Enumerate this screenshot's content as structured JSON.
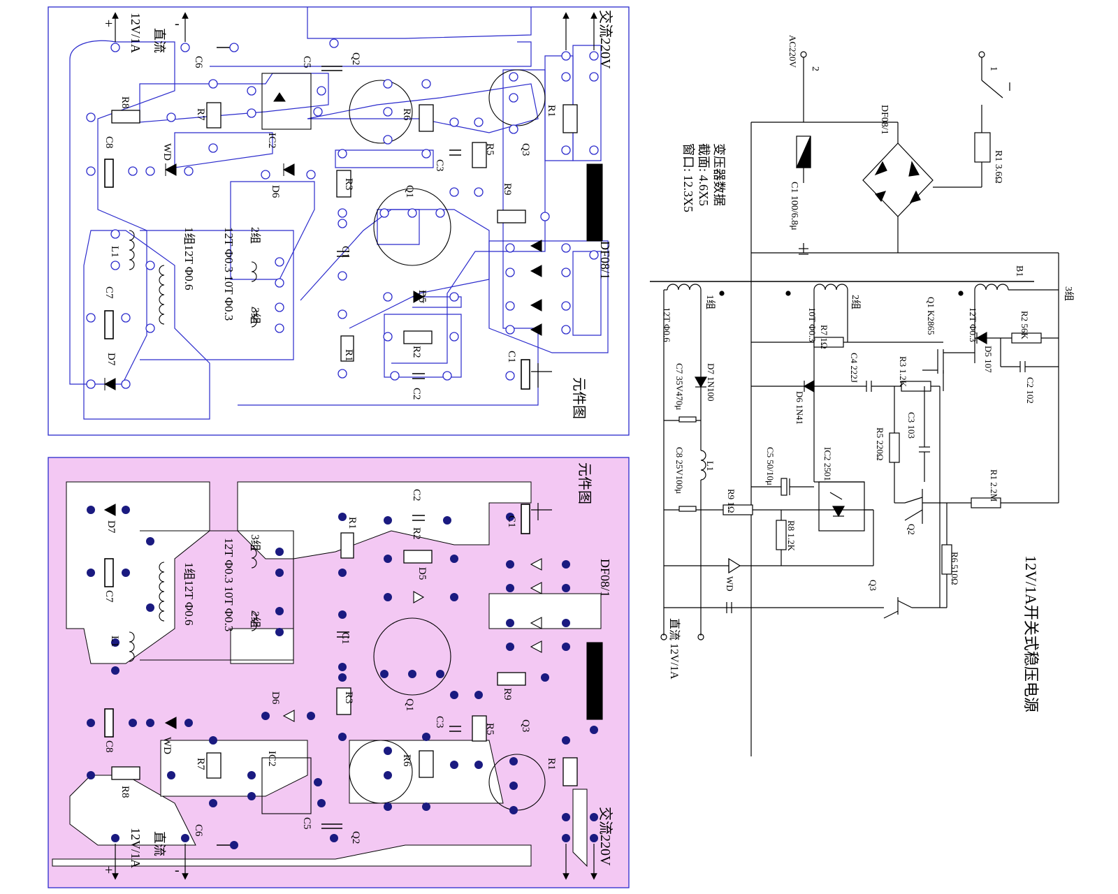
{
  "title": "12V/1A开关式稳压电源",
  "pcb": {
    "top_label": "元件图",
    "bottom_label": "元件图",
    "ac_input": "交流220V",
    "dc_output": "直流",
    "dc_rating": "12V/1A",
    "plus": "+",
    "minus": "-",
    "winding_1": "1组12T Φ0.6",
    "winding_2": "12T Φ0.3 10T Φ0.3",
    "group_2": "2组",
    "group_3": "3组",
    "rectifier": "DF08/1",
    "parts": [
      "R1",
      "R2",
      "R3",
      "R5",
      "R6",
      "R7",
      "R8",
      "R9",
      "C1",
      "C2",
      "C3",
      "C5",
      "C6",
      "C7",
      "C8",
      "D5",
      "D6",
      "D7",
      "WD",
      "Q1",
      "Q2",
      "Q3",
      "L1",
      "IC2"
    ]
  },
  "schematic": {
    "ac_label": "AC220V",
    "term_1": "1",
    "term_2": "2",
    "bridge": "DF08/1",
    "r1_in": "R1 3.6Ω",
    "c1": "C1 100/6.8μ",
    "transformer": "B1",
    "g1": "1组",
    "g2": "2组",
    "g3": "3组",
    "w1": "12T Φ0.6",
    "w2": "10T Φ0.3",
    "w3": "12T Φ0.3",
    "q1": "Q1 K2865",
    "r2": "R2 56K",
    "d5": "D5 107",
    "c2": "C2 102",
    "r7": "R7 1Ω",
    "c4": "C4 222J",
    "r3": "R3 1.2K",
    "d6": "D6 1N41",
    "c3": "C3 103",
    "r5": "R5 220Ω",
    "c5": "C5 50/10μ",
    "ic2": "IC2 2501",
    "r1_fb": "R1 2.2M",
    "q2": "Q2",
    "r6": "R6 510Ω",
    "q3": "Q3",
    "d7": "D7 1N100",
    "c7": "C7 35V470μ",
    "l1": "L1",
    "c8": "C8 25V100μ",
    "r9": "R9 1Ω",
    "r8": "R8 1.2K",
    "wd": "WD",
    "dc_out": "直流 12V/1A",
    "xfmr_title": "变压器数据",
    "xfmr_core": "截面: 4.6X5",
    "xfmr_window": "窗口: 12.3X5"
  }
}
